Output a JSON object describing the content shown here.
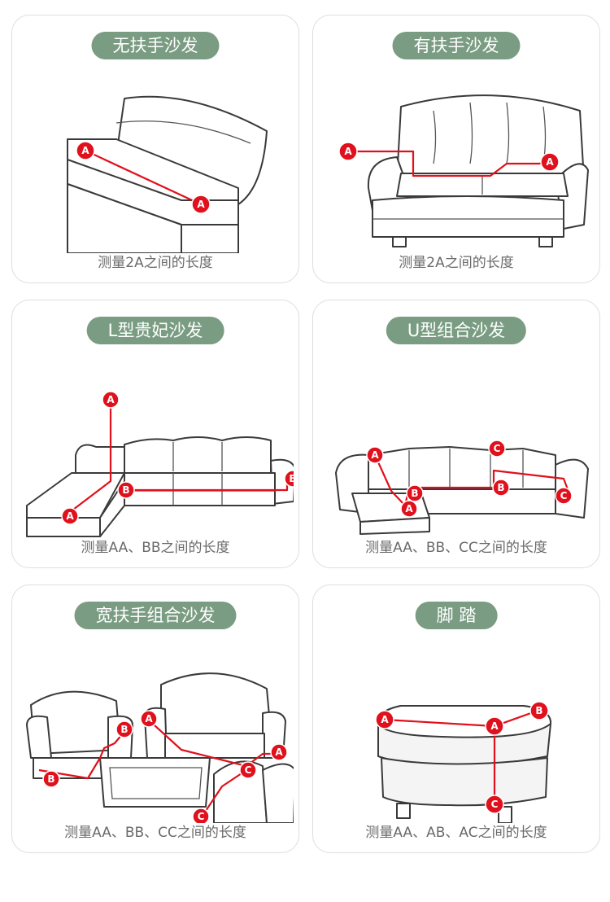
{
  "cards": [
    {
      "title": "无扶手沙发",
      "caption": "测量2A之间的长度"
    },
    {
      "title": "有扶手沙发",
      "caption": "测量2A之间的长度"
    },
    {
      "title": "L型贵妃沙发",
      "caption": "测量AA、BB之间的长度"
    },
    {
      "title": "U型组合沙发",
      "caption": "测量AA、BB、CC之间的长度"
    },
    {
      "title": "宽扶手组合沙发",
      "caption": "测量AA、BB、CC之间的长度"
    },
    {
      "title": "脚 踏",
      "caption": "测量AA、AB、AC之间的长度"
    }
  ],
  "colors": {
    "pill": "#7a9c82",
    "marker": "#e0101c",
    "border": "#dedede"
  }
}
